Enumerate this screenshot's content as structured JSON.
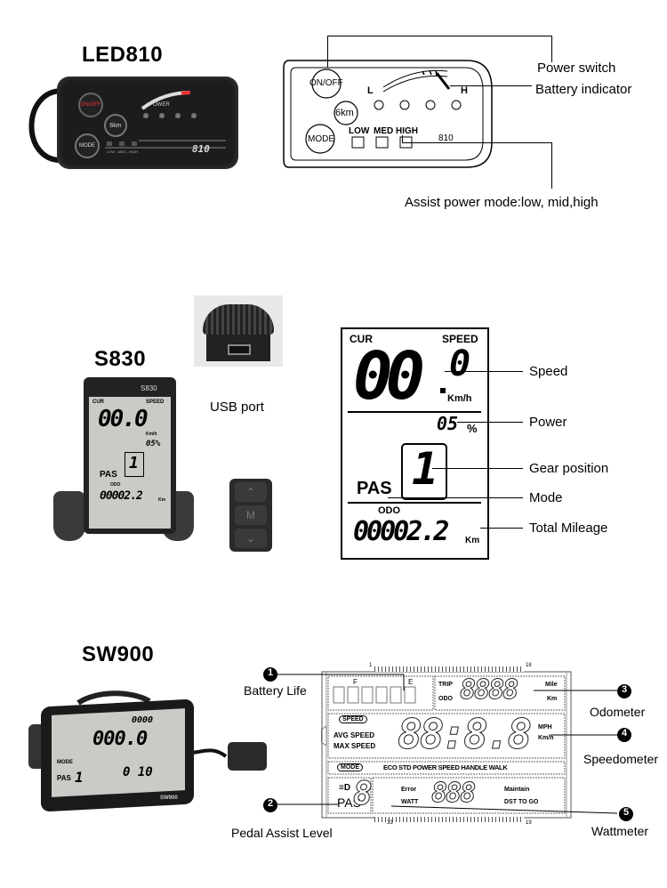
{
  "sections": {
    "led810": {
      "title": "LED810",
      "device": {
        "onoff": "ON/OFF",
        "k6": "6km",
        "mode": "MODE",
        "power": "POWER",
        "model": "810",
        "levels": "LOW - MED - HIGH"
      },
      "diagram": {
        "onoff": "ON/OFF",
        "l": "L",
        "h": "H",
        "k6": "6km",
        "mode": "MODE",
        "low": "LOW",
        "med": "MED",
        "high": "HIGH",
        "model": "810"
      },
      "labels": {
        "power_switch": "Power switch",
        "battery_indicator": "Battery indicator",
        "assist_mode": "Assist power mode:low, mid,high"
      }
    },
    "s830": {
      "title": "S830",
      "usb_label": "USB port",
      "device": {
        "model": "S830",
        "cur": "CUR",
        "speed": "SPEED",
        "speed_val": "00.0",
        "unit": "Km/h",
        "power": "05%",
        "pas": "PAS",
        "gear": "1",
        "odo": "ODO",
        "mileage": "00002.2",
        "km": "Km"
      },
      "diagram": {
        "cur": "CUR",
        "speed": "SPEED",
        "speed_int": "00",
        "speed_dec": "0",
        "unit": "Km/h",
        "power": "05",
        "pct": "%",
        "gear": "1",
        "pas": "PAS",
        "odo": "ODO",
        "mileage": "00002.2",
        "km": "Km"
      },
      "labels": {
        "speed": "Speed",
        "power": "Power",
        "gear": "Gear position",
        "mode": "Mode",
        "total": "Total Mileage"
      }
    },
    "sw900": {
      "title": "SW900",
      "device": {
        "odo": "0000",
        "speed": "000.0",
        "mode": "MODE",
        "pas": "PAS",
        "pas_val": "1",
        "watt": "0 10",
        "model": "SW900"
      },
      "diagram": {
        "top_num_l": "1",
        "top_num_r": "18",
        "bot_num_l": "33",
        "bot_num_r": "19",
        "f": "F",
        "e": "E",
        "trip": "TRIP",
        "odo": "ODO",
        "odo_val": "8888",
        "mile": "Mile",
        "km": "Km",
        "speed_badge": "SPEED",
        "avg": "AVG SPEED",
        "max": "MAX SPEED",
        "speed_val": "88:8.8",
        "mph": "MPH",
        "kmh": "Km/h",
        "mode_badge": "MODE",
        "modes": "ECO STD POWER SPEED HANDLE WALK",
        "pas": "PAS",
        "pas_val": "8",
        "error": "Error",
        "watt": "WATT",
        "watt_val": "888",
        "maintain": "Maintain",
        "dst": "DST TO GO"
      },
      "callouts": [
        {
          "n": "1",
          "text": "Battery Life"
        },
        {
          "n": "2",
          "text": "Pedal Assist Level"
        },
        {
          "n": "3",
          "text": "Odometer"
        },
        {
          "n": "4",
          "text": "Speedometer"
        },
        {
          "n": "5",
          "text": "Wattmeter"
        }
      ]
    }
  }
}
